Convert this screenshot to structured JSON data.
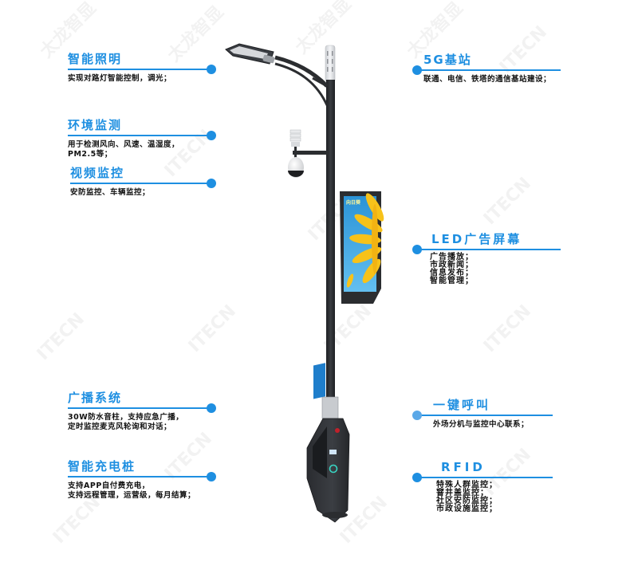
{
  "watermark": {
    "brand_cn": "太龙智显",
    "brand_en": "ITECN"
  },
  "features_left": [
    {
      "id": "smart-lighting",
      "title": "智能照明",
      "desc": [
        "实现对路灯智能控制，调光；"
      ]
    },
    {
      "id": "environment-monitoring",
      "title": "环境监测",
      "desc": [
        "用于检测风向、风速、温湿度，",
        "PM2.5等；"
      ]
    },
    {
      "id": "video-monitoring",
      "title": "视频监控",
      "desc": [
        "安防监控、车辆监控；"
      ]
    },
    {
      "id": "broadcast-system",
      "title": "广播系统",
      "desc": [
        "30W防水音柱，支持应急广播，",
        "定时监控麦克风轮询和对话；"
      ]
    },
    {
      "id": "smart-charging",
      "title": "智能充电桩",
      "desc": [
        "支持APP自付费充电，",
        "支持远程管理，运营级，每月结算；"
      ]
    }
  ],
  "features_right": [
    {
      "id": "5g-base-station",
      "title": "5G基站",
      "desc": [
        "联通、电信、铁塔的通信基站建设；"
      ]
    },
    {
      "id": "led-ad-screen",
      "title": "LED广告屏幕",
      "desc": [
        "广告播放；",
        "市政新闻；",
        "信息发布；",
        "智能管理；"
      ]
    },
    {
      "id": "one-key-call",
      "title": "一键呼叫",
      "desc": [
        "外场分机与监控中心联系；"
      ]
    },
    {
      "id": "rfid",
      "title": "RFID",
      "desc": [
        "特殊人群监控；",
        "窨井盖监控；",
        "社区安防监控；",
        "市政设施监控；"
      ]
    }
  ],
  "pole": {
    "screen_label": "向日葵",
    "colors": {
      "accent": "#1e8fe1",
      "pole": "#2b2d30",
      "screen_sky": "#3aa6e0",
      "sunflower": "#f7c21a"
    }
  }
}
